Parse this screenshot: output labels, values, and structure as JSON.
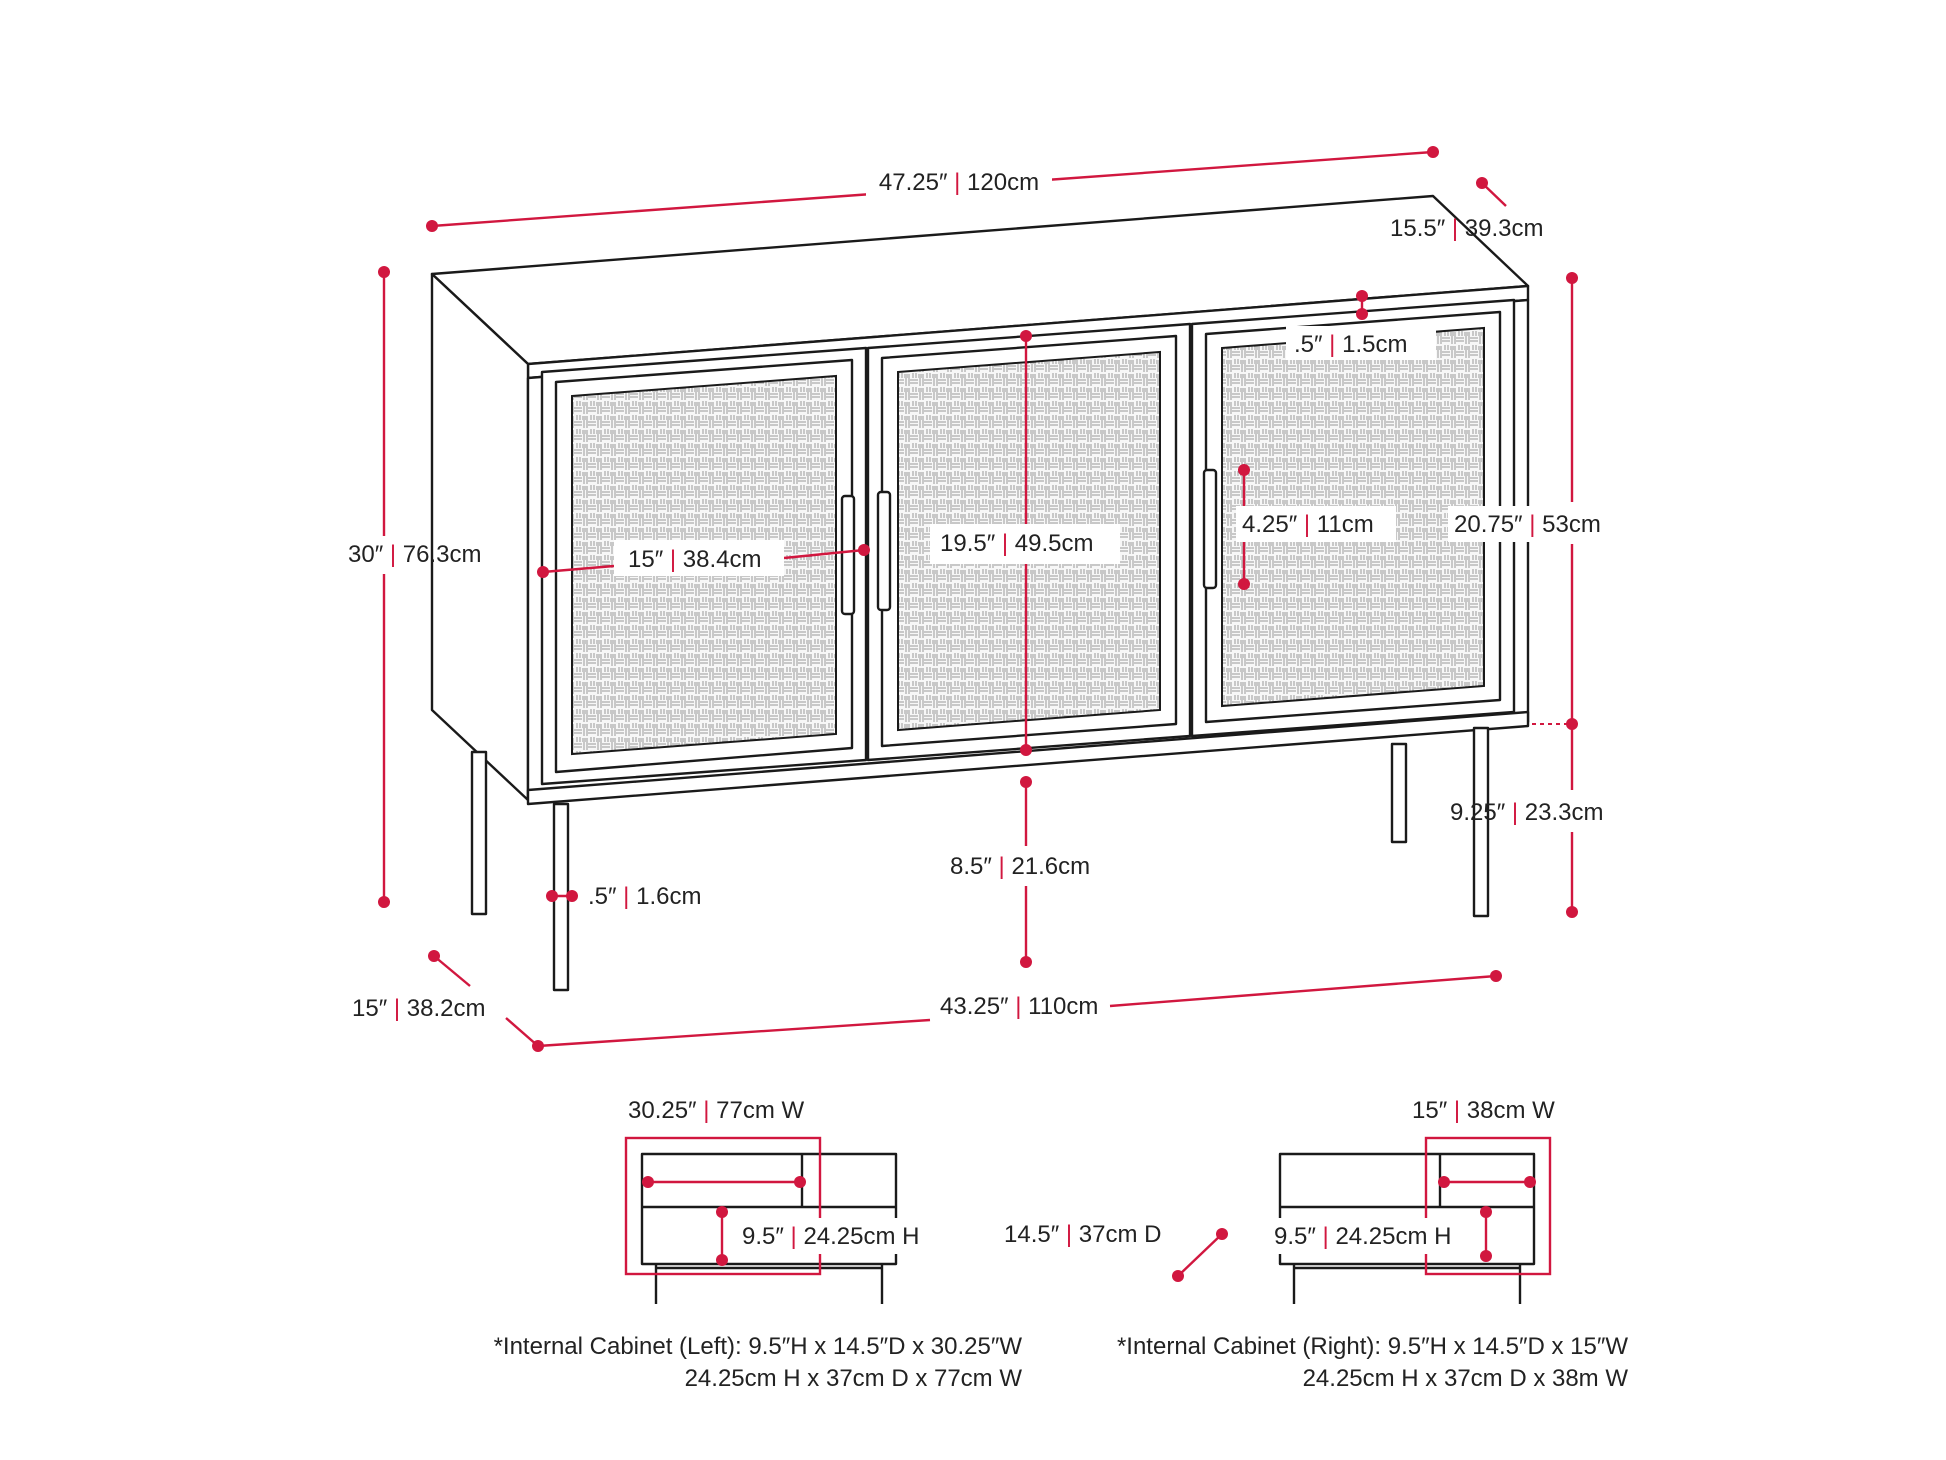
{
  "colors": {
    "accent": "#d1173f",
    "line": "#1a1a1a",
    "background": "#ffffff"
  },
  "dimensions": {
    "top_width": {
      "imperial": "47.25″",
      "metric": "120cm"
    },
    "top_depth": {
      "imperial": "15.5″",
      "metric": "39.3cm"
    },
    "overall_height": {
      "imperial": "30″",
      "metric": "76.3cm"
    },
    "door_frame": {
      "imperial": ".5″",
      "metric": "1.5cm"
    },
    "door_width": {
      "imperial": "15″",
      "metric": "38.4cm"
    },
    "door_height": {
      "imperial": "19.5″",
      "metric": "49.5cm"
    },
    "handle_length": {
      "imperial": "4.25″",
      "metric": "11cm"
    },
    "body_height": {
      "imperial": "20.75″",
      "metric": "53cm"
    },
    "leg_height": {
      "imperial": "9.25″",
      "metric": "23.3cm"
    },
    "floor_clearance": {
      "imperial": "8.5″",
      "metric": "21.6cm"
    },
    "leg_thickness": {
      "imperial": ".5″",
      "metric": "1.6cm"
    },
    "base_depth": {
      "imperial": "15″",
      "metric": "38.2cm"
    },
    "base_width": {
      "imperial": "43.25″",
      "metric": "110cm"
    },
    "left_int_width": {
      "imperial": "30.25″",
      "metric": "77cm W"
    },
    "left_int_height": {
      "imperial": "9.5″",
      "metric": "24.25cm H"
    },
    "int_depth": {
      "imperial": "14.5″",
      "metric": "37cm D"
    },
    "right_int_width": {
      "imperial": "15″",
      "metric": "38cm W"
    },
    "right_int_height": {
      "imperial": "9.5″",
      "metric": "24.25cm H"
    }
  },
  "notes": {
    "left_line1": "*Internal Cabinet (Left): 9.5″H x 14.5″D x 30.25″W",
    "left_line2": "24.25cm H x 37cm D x 77cm W",
    "right_line1": "*Internal Cabinet (Right): 9.5″H x 14.5″D x 15″W",
    "right_line2": "24.25cm H x 37cm D x 38m W"
  }
}
